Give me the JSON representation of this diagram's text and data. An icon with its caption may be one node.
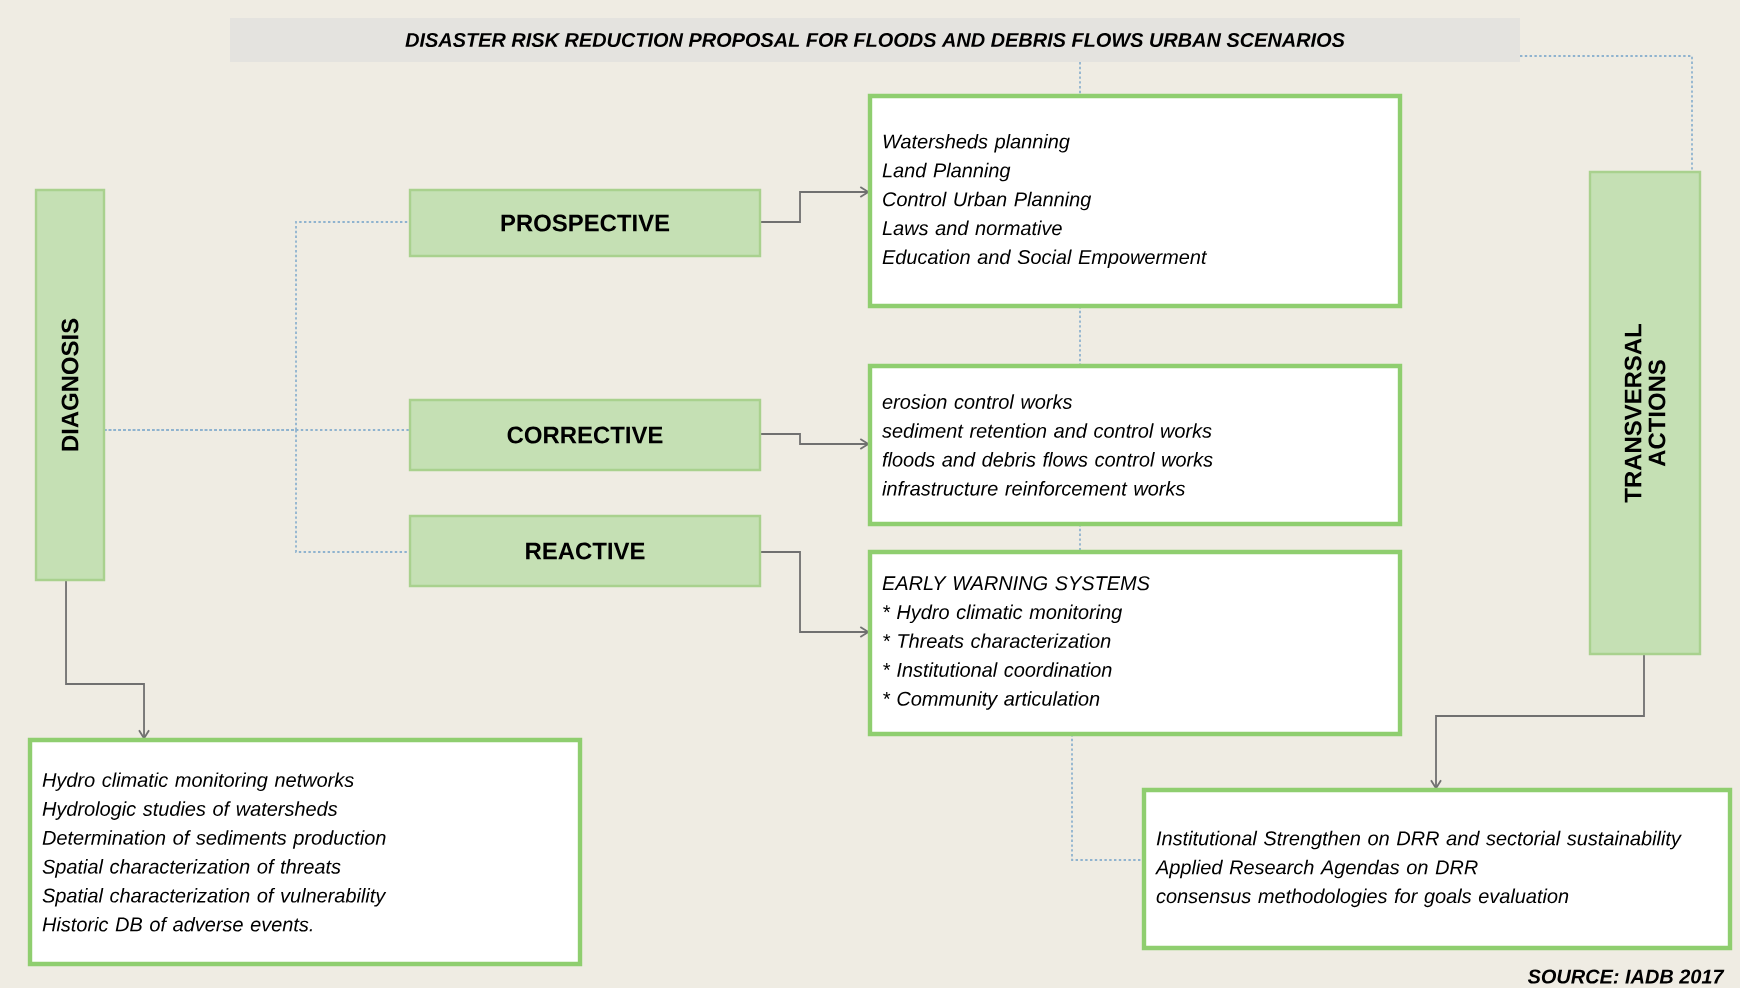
{
  "diagram": {
    "nodes": [
      {
        "text": [
          "DISASTER RISK REDUCTION PROPOSAL FOR FLOODS AND DEBRIS FLOWS URBAN SCENARIOS"
        ]
      },
      {
        "text": [
          "DIAGNOSIS"
        ]
      },
      {
        "text": [
          "PROSPECTIVE"
        ]
      },
      {
        "text": [
          "CORRECTIVE"
        ]
      },
      {
        "text": [
          "REACTIVE"
        ]
      },
      {
        "text": [
          "Watersheds planning",
          "Land Planning",
          "Control Urban Planning",
          "Laws and normative",
          "Education and Social Empowerment"
        ]
      },
      {
        "text": [
          "erosion control works",
          "sediment retention and control works",
          "floods and debris flows control works",
          "infrastructure reinforcement works"
        ]
      },
      {
        "text": [
          "EARLY WARNING SYSTEMS",
          "* Hydro climatic monitoring",
          "* Threats characterization",
          "* Institutional coordination",
          "* Community articulation"
        ]
      },
      {
        "text": [
          "TRANSVERSAL ACTIONS"
        ]
      },
      {
        "text": [
          "Hydro climatic monitoring networks",
          "Hydrologic studies of watersheds",
          "Determination of sediments production",
          "Spatial characterization of threats",
          "Spatial characterization of vulnerability",
          "Historic DB of adverse events."
        ]
      },
      {
        "text": [
          "Institutional Strengthen on DRR and sectorial sustainability",
          "Applied Research Agendas on DRR",
          "consensus methodologies for goals evaluation"
        ]
      }
    ],
    "edges": [
      {
        "from": 1,
        "to": 2,
        "arrow": "none",
        "style": "dashed",
        "color": "#8fb3cf"
      },
      {
        "from": 1,
        "to": 3,
        "arrow": "none",
        "style": "dashed",
        "color": "#8fb3cf"
      },
      {
        "from": 1,
        "to": 4,
        "arrow": "none",
        "style": "dashed",
        "color": "#8fb3cf"
      },
      {
        "from": 2,
        "to": 5,
        "arrow": "to",
        "color": "#707070"
      },
      {
        "from": 3,
        "to": 6,
        "arrow": "to",
        "color": "#707070"
      },
      {
        "from": 4,
        "to": 7,
        "arrow": "to",
        "color": "#707070"
      },
      {
        "from": 0,
        "to": 5,
        "arrow": "none",
        "style": "dashed",
        "color": "#8fb3cf"
      },
      {
        "from": 0,
        "to": 8,
        "arrow": "none",
        "style": "dashed",
        "color": "#8fb3cf"
      },
      {
        "from": 5,
        "to": 6,
        "arrow": "none",
        "style": "dashed",
        "color": "#8fb3cf"
      },
      {
        "from": 6,
        "to": 7,
        "arrow": "none",
        "style": "dashed",
        "color": "#8fb3cf"
      },
      {
        "from": 7,
        "to": 10,
        "arrow": "none",
        "style": "dashed",
        "color": "#8fb3cf"
      },
      {
        "from": 1,
        "to": 9,
        "arrow": "to",
        "color": "#707070"
      },
      {
        "from": 8,
        "to": 10,
        "arrow": "to",
        "color": "#707070"
      }
    ],
    "labels": [
      "SOURCE:  IADB 2017"
    ]
  }
}
